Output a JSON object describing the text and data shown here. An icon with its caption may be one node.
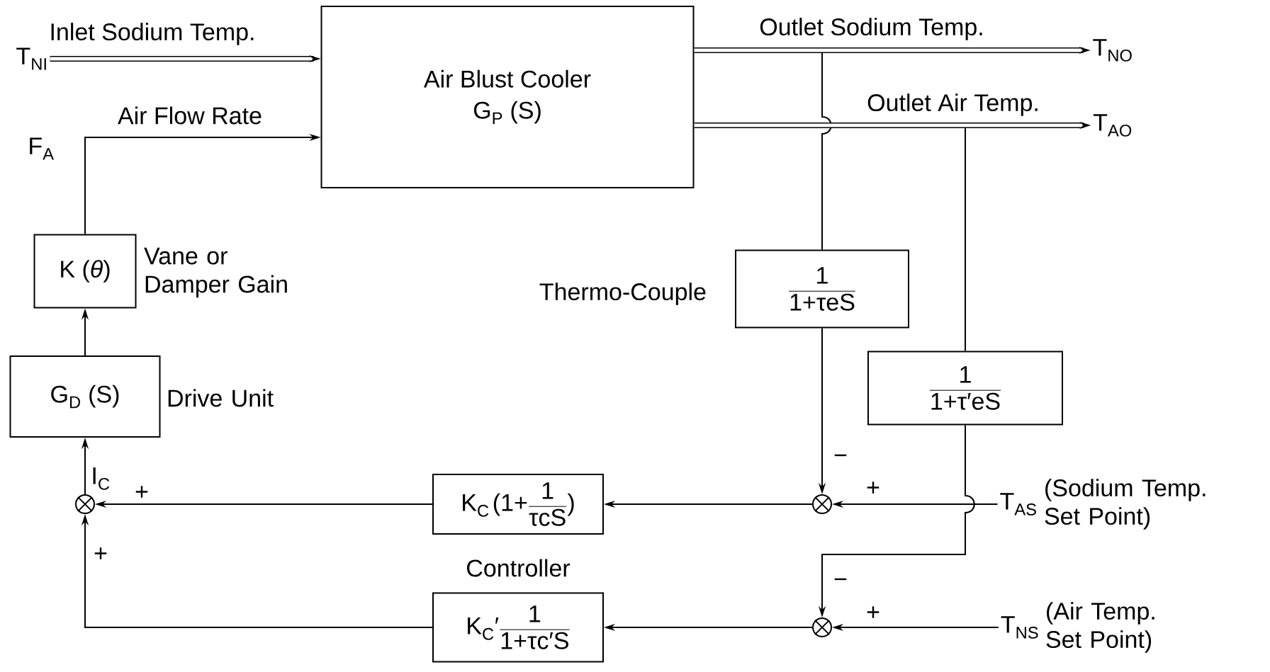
{
  "diagram": {
    "nodes": [
      {
        "text": [
          "T$_{NI}$"
        ]
      },
      {
        "text": [
          "Air Blust Cooler",
          "G$_{P}$  (S)"
        ]
      },
      {
        "text": [
          "T$_{NO}$"
        ]
      },
      {
        "text": [
          "T$_{AO}$"
        ]
      },
      {
        "text": [
          "K (*θ*)"
        ],
        "beside": [
          "Vane or Damper Gain"
        ]
      },
      {
        "text": [
          "G$_{D}$  (S)"
        ],
        "beside": [
          "Drive Unit"
        ]
      },
      {
        "text": [],
        "shape": "circle"
      },
      {
        "text": [
          "\\text{K}_{\\text{C}}\\,\\text{(1+}\\frac{\\text{1}}{\\text{τcS}}\\text{)}"
        ]
      },
      {
        "text": [
          "\\text{K}_{\\text{C}}\\text{′}\\frac{\\text{1}}{\\text{1+τc′S}}"
        ]
      },
      {
        "text": [
          "\\frac{\\text{1}}{\\text{1+τeS}}"
        ],
        "beside": [
          "Thermo-Couple"
        ]
      },
      {
        "text": [
          "\\frac{\\text{1}}{\\text{1+τ′eS}}"
        ]
      },
      {
        "text": [],
        "shape": "circle"
      },
      {
        "text": [],
        "shape": "circle"
      },
      {
        "text": [
          "T$_{AS}$"
        ],
        "beside": [
          "(Sodium Temp. Set Point)"
        ]
      },
      {
        "text": [
          "T$_{NS}$"
        ],
        "beside": [
          "(Air Temp. Set Point)"
        ]
      }
    ],
    "edges": [
      {
        "from": 0,
        "to": 1,
        "arrow": "to",
        "label": "Inlet Sodium Temp.",
        "style": "thick"
      },
      {
        "from": 1,
        "to": 2,
        "arrow": "to",
        "label": "Outlet Sodium Temp.",
        "style": "thick"
      },
      {
        "from": 1,
        "to": 3,
        "arrow": "to",
        "label": "Outlet Air Temp.",
        "style": "thick"
      },
      {
        "from": 1,
        "to": 9,
        "arrow": "none"
      },
      {
        "from": 1,
        "to": 10,
        "arrow": "none"
      },
      {
        "from": 9,
        "to": 11,
        "arrow": "to",
        "label": "−"
      },
      {
        "from": 10,
        "to": 12,
        "arrow": "to",
        "label": "−"
      },
      {
        "from": 13,
        "to": 11,
        "arrow": "to",
        "label": "+"
      },
      {
        "from": 14,
        "to": 12,
        "arrow": "to",
        "label": "+"
      },
      {
        "from": 11,
        "to": 7,
        "arrow": "to"
      },
      {
        "from": 12,
        "to": 8,
        "arrow": "to"
      },
      {
        "from": 7,
        "to": 6,
        "arrow": "to",
        "label": "+"
      },
      {
        "from": 8,
        "to": 6,
        "arrow": "to",
        "label": "+"
      },
      {
        "from": 6,
        "to": 5,
        "arrow": "to",
        "label": "I$_{C}$"
      },
      {
        "from": 5,
        "to": 4,
        "arrow": "to"
      },
      {
        "from": 4,
        "to": 1,
        "arrow": "to",
        "label": "Air Flow Rate"
      }
    ],
    "labels": [
      "F$_{A}$",
      "Controller"
    ]
  }
}
